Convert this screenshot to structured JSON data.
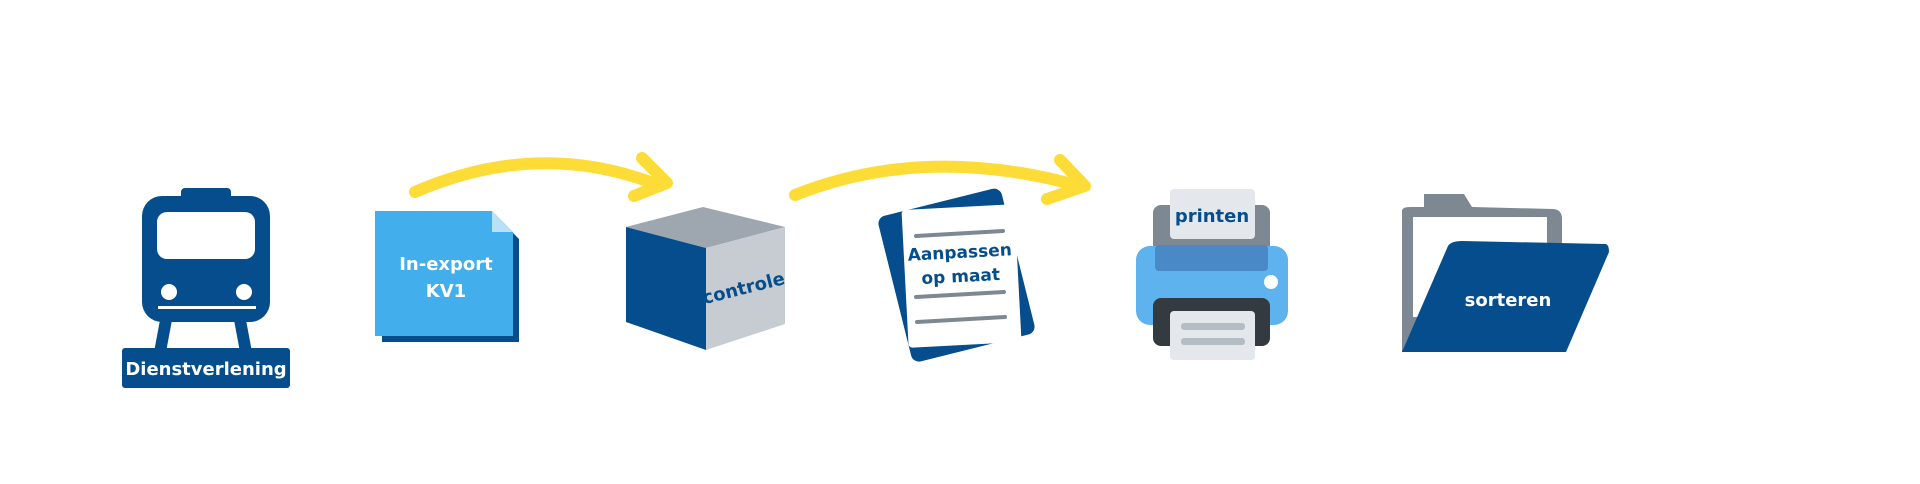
{
  "colors": {
    "dark_blue": "#054d8c",
    "light_blue": "#42aeeb",
    "printer_blue": "#5eb2ed",
    "yellow": "#fddc37",
    "gray": "#7d8892",
    "light_gray": "#c7ccd3",
    "cube_top": "#9ea6b0"
  },
  "steps": [
    {
      "icon": "train-icon",
      "label": "Dienstverlening"
    },
    {
      "icon": "document-icon",
      "label_line1": "In-export",
      "label_line2": "KV1"
    },
    {
      "icon": "cube-icon",
      "label": "controle"
    },
    {
      "icon": "papers-icon",
      "label_line1": "Aanpassen",
      "label_line2": "op maat"
    },
    {
      "icon": "printer-icon",
      "label": "printen"
    },
    {
      "icon": "folder-icon",
      "label": "sorteren"
    }
  ],
  "arrows": [
    {
      "icon": "curved-arrow-icon",
      "from_step": 1,
      "to_step": 2
    },
    {
      "icon": "curved-arrow-icon",
      "from_step": 3,
      "to_step": 4
    }
  ]
}
